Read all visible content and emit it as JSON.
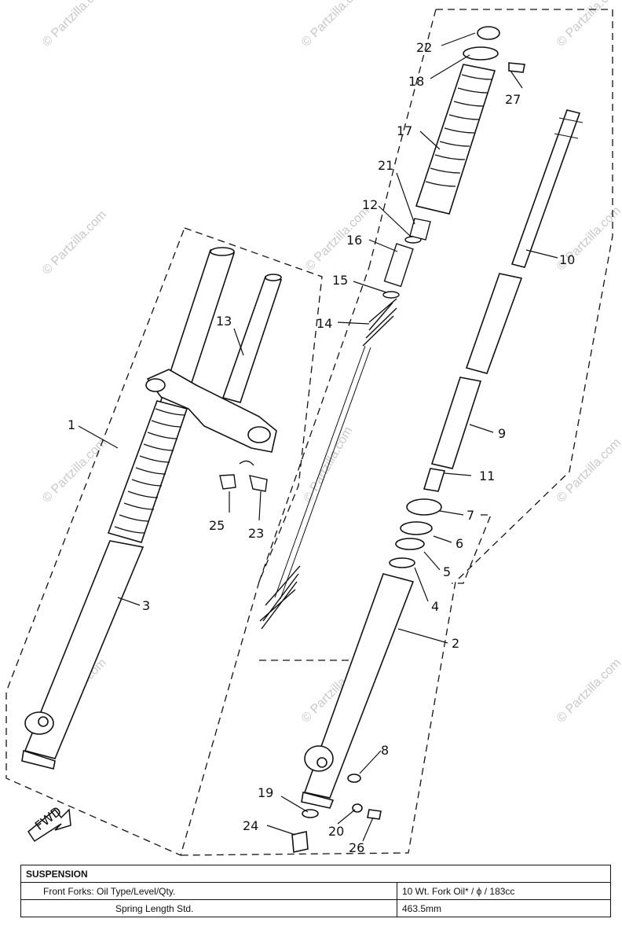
{
  "callouts": [
    {
      "id": "22",
      "label": "22"
    },
    {
      "id": "18",
      "label": "18"
    },
    {
      "id": "27",
      "label": "27"
    },
    {
      "id": "17",
      "label": "17"
    },
    {
      "id": "21",
      "label": "21"
    },
    {
      "id": "12",
      "label": "12"
    },
    {
      "id": "16",
      "label": "16"
    },
    {
      "id": "10",
      "label": "10"
    },
    {
      "id": "15",
      "label": "15"
    },
    {
      "id": "14",
      "label": "14"
    },
    {
      "id": "13",
      "label": "13"
    },
    {
      "id": "1",
      "label": "1"
    },
    {
      "id": "9",
      "label": "9"
    },
    {
      "id": "11",
      "label": "11"
    },
    {
      "id": "25",
      "label": "25"
    },
    {
      "id": "23",
      "label": "23"
    },
    {
      "id": "7",
      "label": "7"
    },
    {
      "id": "6",
      "label": "6"
    },
    {
      "id": "5",
      "label": "5"
    },
    {
      "id": "4",
      "label": "4"
    },
    {
      "id": "3",
      "label": "3"
    },
    {
      "id": "2",
      "label": "2"
    },
    {
      "id": "8",
      "label": "8"
    },
    {
      "id": "19",
      "label": "19"
    },
    {
      "id": "24",
      "label": "24"
    },
    {
      "id": "20",
      "label": "20"
    },
    {
      "id": "26",
      "label": "26"
    }
  ],
  "fwd_label": "FWD",
  "watermark": "© Partzilla.com",
  "spec_table": {
    "header": "SUSPENSION",
    "rows": [
      {
        "label": "Front Forks:  Oil Type/Level/Qty.",
        "value": "10 Wt. Fork Oil* / ϕ / 183cc"
      },
      {
        "label": "Spring Length Std.",
        "value": "463.5mm"
      }
    ]
  }
}
